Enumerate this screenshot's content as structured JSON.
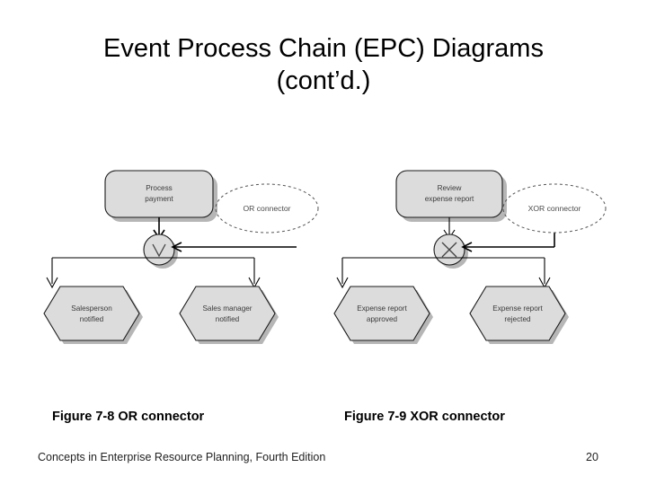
{
  "slide": {
    "title_line1": "Event Process Chain (EPC) Diagrams",
    "title_line2": "(cont’d.)"
  },
  "figures": [
    {
      "id": "or",
      "caption": "Figure 7-8  OR connector",
      "function_box": {
        "line1": "Process",
        "line2": "payment"
      },
      "connector": {
        "type": "OR",
        "symbol": "V",
        "callout_label": "OR connector"
      },
      "events": [
        {
          "line1": "Salesperson",
          "line2": "notified"
        },
        {
          "line1": "Sales manager",
          "line2": "notified"
        }
      ]
    },
    {
      "id": "xor",
      "caption": "Figure 7-9  XOR connector",
      "function_box": {
        "line1": "Review",
        "line2": "expense report"
      },
      "connector": {
        "type": "XOR",
        "symbol": "X",
        "callout_label": "XOR connector"
      },
      "events": [
        {
          "line1": "Expense report",
          "line2": "approved"
        },
        {
          "line1": "Expense report",
          "line2": "rejected"
        }
      ]
    }
  ],
  "footer": {
    "source": "Concepts in Enterprise Resource Planning, Fourth Edition",
    "page_number": "20"
  },
  "colors": {
    "background": "#ffffff",
    "shape_fill": "#dcdcdc",
    "shape_border": "#1a1a1a",
    "shape_shadow": "#b6b6b6",
    "callout_border": "#555555",
    "text": "#000000"
  }
}
